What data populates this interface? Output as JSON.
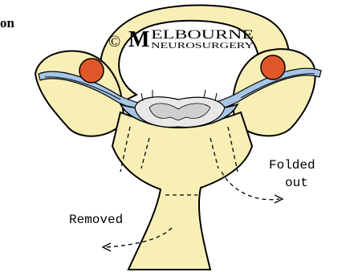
{
  "header": {
    "title_fragment": "on"
  },
  "watermark": {
    "symbol": "©",
    "initial": "M",
    "line1": "ELBOURNE",
    "line2": "NEUROSURGERY"
  },
  "labels": {
    "folded_line1": "Folded",
    "folded_line2": "out",
    "removed": "Removed"
  },
  "colors": {
    "bone_fill": "#f8efb6",
    "outline": "#000000",
    "ligament_blue": "#a7c6e6",
    "facet_orange": "#e0582a",
    "cord_gray": "#cfcfcf",
    "cord_light": "#e8e8e8"
  }
}
